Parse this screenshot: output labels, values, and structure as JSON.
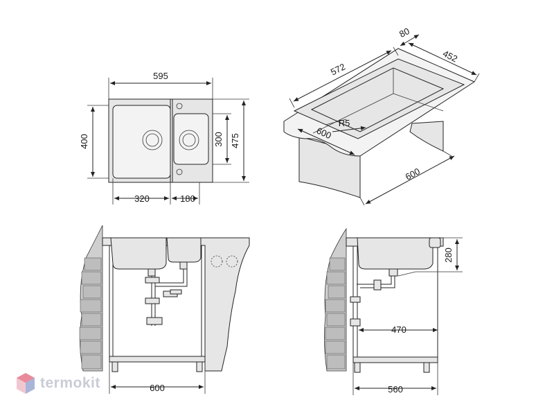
{
  "dimensions": {
    "top_width": "595",
    "top_height_left": "400",
    "top_height_small": "300",
    "top_height_total": "475",
    "top_bottom_left": "320",
    "top_bottom_right": "180",
    "iso_length": "572",
    "iso_flange": "80",
    "iso_depth": "452",
    "iso_radius": "R5",
    "iso_cabinet_front": "600",
    "iso_cabinet_side": "600",
    "front_cabinet_width": "600",
    "side_height": "280",
    "side_pipe": "470",
    "side_cabinet_depth": "560"
  },
  "watermark": {
    "text": "termokit"
  },
  "colors": {
    "line": "#222222",
    "fill": "#e6e6e6",
    "watermark": "#c9ccd6"
  }
}
